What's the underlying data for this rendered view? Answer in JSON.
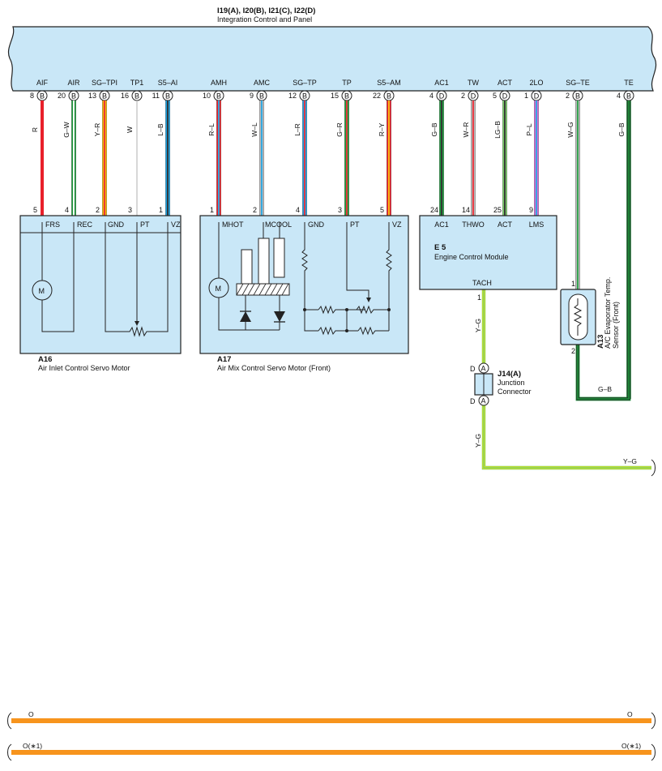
{
  "header": {
    "title": "I19(A), I20(B), I21(C), I22(D)",
    "subtitle": "Integration Control and Panel"
  },
  "top_pins": [
    {
      "name": "AIF",
      "num": "8",
      "conn": "B",
      "wire": "R",
      "colors": [
        "#e8202a"
      ]
    },
    {
      "name": "AIR",
      "num": "20",
      "conn": "B",
      "wire": "G–W",
      "colors": [
        "#1d9a3c",
        "#ffffff",
        "#1d9a3c"
      ]
    },
    {
      "name": "SG–TPI",
      "num": "13",
      "conn": "B",
      "wire": "Y–R",
      "colors": [
        "#f5b800",
        "#e8202a",
        "#f5b800"
      ]
    },
    {
      "name": "TP1",
      "num": "16",
      "conn": "B",
      "wire": "W",
      "colors": [
        "#bdbdbd"
      ]
    },
    {
      "name": "S5–AI",
      "num": "11",
      "conn": "B",
      "wire": "L–B",
      "colors": [
        "#1aa0e0",
        "#222222",
        "#1aa0e0"
      ]
    },
    {
      "name": "AMH",
      "num": "10",
      "conn": "B",
      "wire": "R–L",
      "colors": [
        "#e8202a",
        "#1aa0e0",
        "#e8202a"
      ]
    },
    {
      "name": "AMC",
      "num": "9",
      "conn": "B",
      "wire": "W–L",
      "colors": [
        "#bdbdbd",
        "#1aa0e0",
        "#bdbdbd"
      ]
    },
    {
      "name": "SG–TP",
      "num": "12",
      "conn": "B",
      "wire": "L–R",
      "colors": [
        "#1aa0e0",
        "#e8202a",
        "#1aa0e0"
      ]
    },
    {
      "name": "TP",
      "num": "15",
      "conn": "B",
      "wire": "G–R",
      "colors": [
        "#1d9a3c",
        "#e8202a",
        "#1d9a3c"
      ]
    },
    {
      "name": "S5–AM",
      "num": "22",
      "conn": "B",
      "wire": "R–Y",
      "colors": [
        "#e8202a",
        "#f5b800",
        "#e8202a"
      ]
    },
    {
      "name": "AC1",
      "num": "4",
      "conn": "D",
      "wire": "G–B",
      "colors": [
        "#1d9a3c",
        "#222222",
        "#1d9a3c"
      ]
    },
    {
      "name": "TW",
      "num": "2",
      "conn": "D",
      "wire": "W–R",
      "colors": [
        "#bdbdbd",
        "#e8202a",
        "#bdbdbd"
      ]
    },
    {
      "name": "ACT",
      "num": "5",
      "conn": "D",
      "wire": "LG–B",
      "colors": [
        "#7ccf6a",
        "#222222",
        "#7ccf6a"
      ]
    },
    {
      "name": "2LO",
      "num": "1",
      "conn": "D",
      "wire": "P–L",
      "colors": [
        "#d46ad4",
        "#1aa0e0",
        "#d46ad4"
      ]
    },
    {
      "name": "SG–TE",
      "num": "2",
      "conn": "B",
      "wire": "W–G",
      "colors": [
        "#bdbdbd",
        "#1d9a3c",
        "#bdbdbd"
      ]
    },
    {
      "name": "TE",
      "num": "4",
      "conn": "B",
      "wire": "G–B",
      "colors": [
        "#1d9a3c",
        "#222222",
        "#1d9a3c"
      ]
    }
  ],
  "a16": {
    "id": "A16",
    "name": "Air Inlet Control Servo Motor",
    "pins": [
      {
        "num": "5",
        "name": "FRS"
      },
      {
        "num": "4",
        "name": "REC"
      },
      {
        "num": "2",
        "name": "GND"
      },
      {
        "num": "3",
        "name": "PT"
      },
      {
        "num": "1",
        "name": "VZ"
      }
    ],
    "motor": "M"
  },
  "a17": {
    "id": "A17",
    "name": "Air Mix Control Servo Motor (Front)",
    "pins": [
      {
        "num": "1",
        "name": "MHOT"
      },
      {
        "num": "2",
        "name": "MCOOL"
      },
      {
        "num": "4",
        "name": "GND"
      },
      {
        "num": "3",
        "name": "PT"
      },
      {
        "num": "5",
        "name": "VZ"
      }
    ],
    "motor": "M"
  },
  "e5": {
    "id": "E 5",
    "name": "Engine Control Module",
    "pins": [
      {
        "num": "24",
        "name": "AC1"
      },
      {
        "num": "14",
        "name": "THWO"
      },
      {
        "num": "25",
        "name": "ACT"
      },
      {
        "num": "9",
        "name": "LMS"
      }
    ],
    "bottom_pin": {
      "num": "1",
      "name": "TACH"
    }
  },
  "a13": {
    "id": "A13",
    "name": "A/C Evaporator Temp.",
    "name2": "Sensor (Front)",
    "pin_top": "1",
    "pin_bottom": "2",
    "wire": "G–B"
  },
  "j14": {
    "id": "J14(A)",
    "name": "Junction",
    "name2": "Connector",
    "top_pin": "D",
    "top_conn": "A",
    "bottom_pin": "D",
    "bottom_conn": "A"
  },
  "tach_wire": {
    "upper": "Y–G",
    "lower": "Y–G",
    "out": "Y–G"
  },
  "bottom_buses": [
    {
      "left": "O",
      "right": "O",
      "color": "#f7941d"
    },
    {
      "left": "O(∗1)",
      "right": "O(∗1)",
      "color": "#f7941d"
    }
  ]
}
